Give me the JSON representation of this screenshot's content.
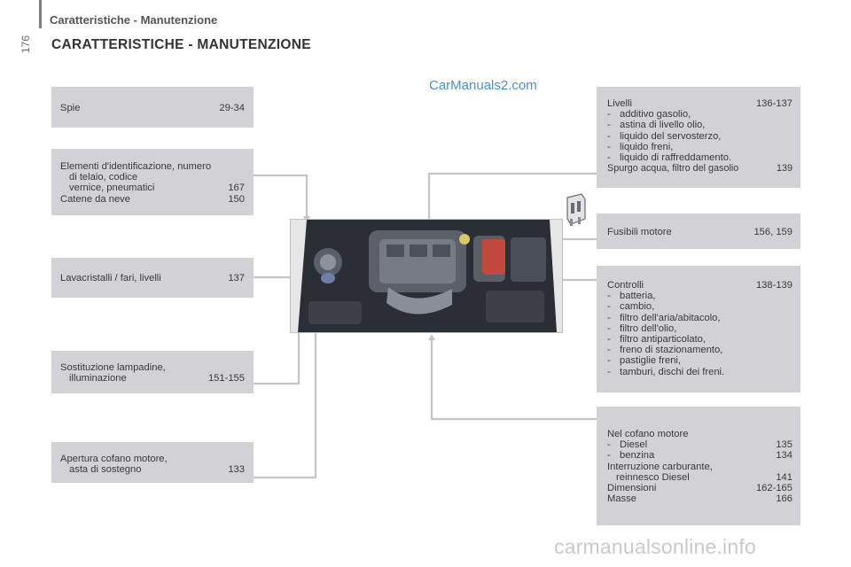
{
  "header": {
    "page_number": "176",
    "running_header": "Caratteristiche - Manutenzione",
    "title": "CARATTERISTICHE - MANUTENZIONE"
  },
  "watermarks": {
    "top": "CarManuals2.com",
    "bottom": "carmanualsonline.info"
  },
  "left_boxes": {
    "spie": {
      "label": "Spie",
      "pages": "29-34"
    },
    "identificazione": {
      "line1": "Elementi d'identificazione, numero",
      "line2": "di telaio, codice",
      "line3": "vernice, pneumatici",
      "line3_pages": "167",
      "line4": "Catene da neve",
      "line4_pages": "150"
    },
    "lavacristalli": {
      "label": "Lavacristalli / fari, livelli",
      "pages": "137"
    },
    "lampadine": {
      "line1": "Sostituzione lampadine,",
      "line2": "illuminazione",
      "pages": "151-155"
    },
    "cofano": {
      "line1": "Apertura cofano motore,",
      "line2": "asta di sostegno",
      "pages": "133"
    }
  },
  "right_boxes": {
    "livelli": {
      "label": "Livelli",
      "pages": "136-137",
      "items": [
        "additivo gasolio,",
        "astina di livello olio,",
        "liquido del servosterzo,",
        "liquido freni,",
        "liquido di raffreddamento."
      ],
      "extra": "Spurgo acqua, filtro del gasolio",
      "extra_pages": "139"
    },
    "fusibili": {
      "label": "Fusibili motore",
      "pages": "156, 159"
    },
    "controlli": {
      "label": "Controlli",
      "pages": "138-139",
      "items": [
        "batteria,",
        "cambio,",
        "filtro dell'aria/abitacolo,",
        "filtro dell'olio,",
        "filtro antiparticolato,",
        "freno di stazionamento,",
        "pastiglie freni,",
        "tamburi, dischi dei freni."
      ]
    },
    "cofano_motore": {
      "label": "Nel cofano motore",
      "items": [
        {
          "label": "Diesel",
          "pages": "135"
        },
        {
          "label": "benzina",
          "pages": "134"
        }
      ],
      "interruzione": "Interruzione carburante,",
      "reinnesco": "reinnesco Diesel",
      "reinnesco_pages": "141",
      "dimensioni": "Dimensioni",
      "dimensioni_pages": "162-165",
      "masse": "Masse",
      "masse_pages": "166"
    }
  },
  "colors": {
    "box_bg": "#d1d1d6",
    "connector": "#c4c4cc",
    "watermark_blue": "#4a8fd0"
  },
  "icons": {
    "engine": "engine-bay-illustration",
    "fuse": "fuse-icon"
  }
}
